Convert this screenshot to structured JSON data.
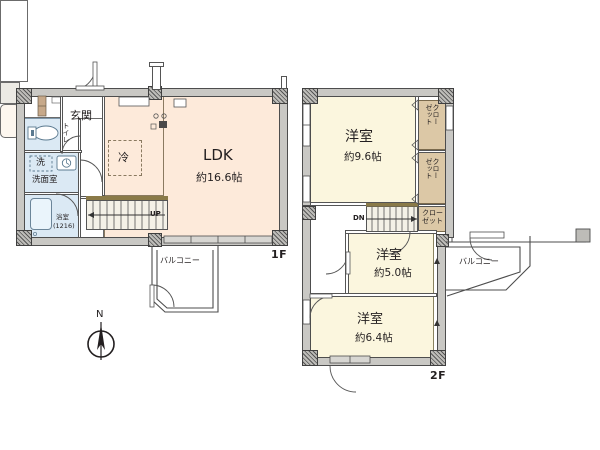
{
  "document": {
    "type": "japanese-floor-plan",
    "floors": [
      "1F",
      "2F"
    ]
  },
  "compass": {
    "label": "N",
    "name": "north-arrow"
  },
  "floor1": {
    "tag": "1F",
    "rooms": [
      {
        "id": "entrance",
        "name": "玄関",
        "size": ""
      },
      {
        "id": "toilet",
        "name": "トイレ",
        "size": ""
      },
      {
        "id": "washroom",
        "name": "洗面室",
        "size": ""
      },
      {
        "id": "washer",
        "name": "洗",
        "size": ""
      },
      {
        "id": "bath",
        "name": "浴室",
        "size": "(1216)"
      },
      {
        "id": "ldk",
        "name": "LDK",
        "size": "約16.6帖"
      },
      {
        "id": "fridge",
        "name": "冷",
        "size": ""
      },
      {
        "id": "balcony",
        "name": "バルコニー",
        "size": ""
      }
    ],
    "stairs": {
      "direction": "UP"
    }
  },
  "floor2": {
    "tag": "2F",
    "rooms": [
      {
        "id": "bedroom-1",
        "name": "洋室",
        "size": "約9.6帖"
      },
      {
        "id": "bedroom-2",
        "name": "洋室",
        "size": "約5.0帖"
      },
      {
        "id": "bedroom-3",
        "name": "洋室",
        "size": "約6.4帖"
      },
      {
        "id": "balcony",
        "name": "バルコニー",
        "size": ""
      }
    ],
    "closets": [
      {
        "id": "closet-upper",
        "line1": "クロー",
        "line2": "ゼット"
      },
      {
        "id": "closet-middle",
        "line1": "クロー",
        "line2": "ゼット"
      },
      {
        "id": "closet-stair",
        "line1": "クロー",
        "line2": "ゼット"
      }
    ],
    "stairs": {
      "direction": "DN"
    }
  },
  "colors": {
    "ldk_fill": "#fdeada",
    "bedroom_fill": "#fbf6de",
    "closet_fill": "#dcc8a6",
    "water_fill": "#dbe9f4",
    "wall_fill": "#c9c8c4",
    "outline": "#4d4d4d",
    "text": "#231f20",
    "background": "#ffffff"
  }
}
